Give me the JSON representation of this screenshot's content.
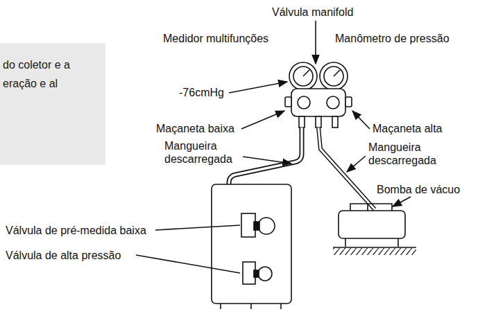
{
  "diagram": {
    "nodes": [
      {
        "text": [
          "do coletor e a eração e al"
        ]
      }
    ],
    "labels": [
      "Válvula manifold",
      "Medidor multifunções",
      "Manômetro de pressão",
      "-76cmHg",
      "Maçaneta baixa",
      "Maçaneta alta",
      "Mangueira descarregada",
      "Mangueira descarregada",
      "Bomba de vácuo",
      "Válvula de pré-medida baixa",
      "Válvula de alta pressão"
    ]
  }
}
